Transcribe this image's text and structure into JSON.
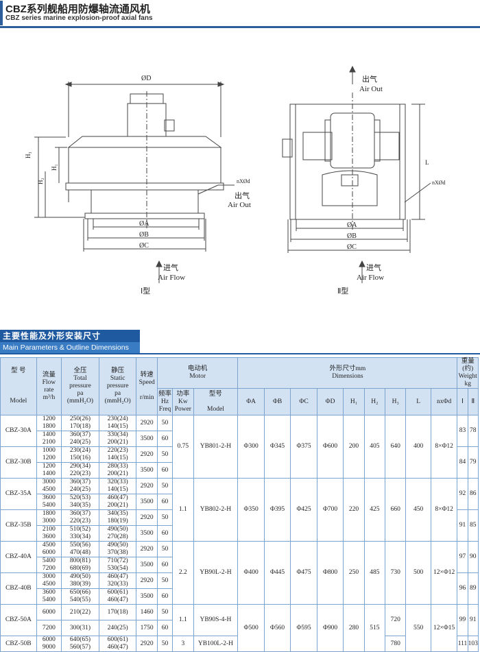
{
  "header": {
    "title_cn": "CBZ系列舰船用防爆轴流通风机",
    "title_en": "CBZ series marine explosion-proof axial fans"
  },
  "drawing": {
    "left": {
      "dim_D": "ØD",
      "dim_A": "ØA",
      "dim_B": "ØB",
      "dim_C": "ØC",
      "h3": "H₃",
      "h1": "H₁",
      "h2": "H₂",
      "holes": "nXØd",
      "out_cn": "出气",
      "out_en": "Air Out",
      "in_cn": "进气",
      "in_en": "Air Flow",
      "type": "Ⅰ型"
    },
    "right": {
      "out_cn": "出气",
      "out_en": "Air Out",
      "dim_A": "ØA",
      "dim_B": "ØB",
      "dim_C": "ØC",
      "L": "L",
      "holes": "nXØd",
      "in_cn": "进气",
      "in_en": "Air Flow",
      "type": "Ⅱ型"
    }
  },
  "section": {
    "title_cn": "主要性能及外形安装尺寸",
    "title_en": "Main Parameters & Outline Dimensions"
  },
  "table": {
    "h": {
      "model_cn": "型 号",
      "model_en": "Model",
      "flow_cn": "流量",
      "flow_en1": "Flow",
      "flow_en2": "rate",
      "flow_unit": "m³/h",
      "tp_cn": "全压",
      "tp_en1": "Total",
      "tp_en2": "pressure",
      "tp_en3": "pa",
      "tp_unit": "(mmH₂O)",
      "sp_cn": "静压",
      "sp_en1": "Static",
      "sp_en2": "pressure",
      "sp_en3": "pa",
      "sp_unit": "(mmH₂O)",
      "speed_cn": "转速",
      "speed_en": "Speed",
      "speed_unit": "r/min",
      "motor_cn": "电动机",
      "motor_en": "Motor",
      "freq_cn": "频率",
      "freq_en1": "Hz",
      "freq_en2": "Freq",
      "power_cn": "功率",
      "power_en1": "Kw",
      "power_en2": "Power",
      "mmodel_cn": "型号",
      "mmodel_en": "Model",
      "dims_cn": "外形尺寸mm",
      "dims_en": "Dimensions",
      "A": "ΦA",
      "B": "ΦB",
      "C": "ΦC",
      "D": "ΦD",
      "H1": "H₁",
      "H2": "H₂",
      "H3": "H₃",
      "L": "L",
      "nd": "nxΦd",
      "wt_cn": "重量(约)",
      "wt_en": "Weight",
      "wt_unit": "kg",
      "wt_I": "Ⅰ",
      "wt_II": "Ⅱ"
    },
    "r": {
      "m30a": "CBZ-30A",
      "m30b": "CBZ-30B",
      "m35a": "CBZ-35A",
      "m35b": "CBZ-35B",
      "m40a": "CBZ-40A",
      "m40b": "CBZ-40B",
      "m50a": "CBZ-50A",
      "m50b": "CBZ-50B",
      "f1": "1200",
      "f1b": "1800",
      "f2": "1400",
      "f2b": "2100",
      "f3": "1000",
      "f3b": "1200",
      "f4": "1200",
      "f4b": "1400",
      "f5": "3000",
      "f5b": "4500",
      "f6": "3600",
      "f6b": "5400",
      "f7": "1800",
      "f7b": "3000",
      "f8": "2100",
      "f8b": "3600",
      "f9": "4500",
      "f9b": "6000",
      "f10": "5400",
      "f10b": "7200",
      "f11": "3000",
      "f11b": "4500",
      "f12": "3600",
      "f12b": "5400",
      "f13": "6000",
      "f14": "7200",
      "f15": "6000",
      "f15b": "9000",
      "t1": "250(26)",
      "t1b": "170(18)",
      "t2": "360(37)",
      "t2b": "240(25)",
      "t3": "230(24)",
      "t3b": "150(16)",
      "t4": "290(34)",
      "t4b": "220(23)",
      "t5": "360(37)",
      "t5b": "240(25)",
      "t6": "520(53)",
      "t6b": "340(35)",
      "t7": "360(37)",
      "t7b": "220(23)",
      "t8": "510(52)",
      "t8b": "330(34)",
      "t9": "550(56)",
      "t9b": "470(48)",
      "t10": "800(81)",
      "t10b": "680(69)",
      "t11": "490(50)",
      "t11b": "380(39)",
      "t12": "650(66)",
      "t12b": "540(55)",
      "t13": "210(22)",
      "t14": "300(31)",
      "t15": "640(65)",
      "t15b": "560(57)",
      "s1": "230(24)",
      "s1b": "140(15)",
      "s2": "330(34)",
      "s2b": "200(21)",
      "s3": "220(23)",
      "s3b": "140(15)",
      "s4": "280(33)",
      "s4b": "200(21)",
      "s5": "320(33)",
      "s5b": "140(15)",
      "s6": "460(47)",
      "s6b": "200(21)",
      "s7": "340(35)",
      "s7b": "180(19)",
      "s8": "490(50)",
      "s8b": "270(28)",
      "s9": "490(50)",
      "s9b": "370(38)",
      "s10": "710(72)",
      "s10b": "530(54)",
      "s11": "460(47)",
      "s11b": "320(33)",
      "s12": "600(61)",
      "s12b": "460(47)",
      "s13": "170(18)",
      "s14": "240(25)",
      "s15": "600(61)",
      "s15b": "460(47)",
      "sp2920": "2920",
      "sp3500": "3500",
      "sp1460": "1460",
      "sp1750": "1750",
      "hz50": "50",
      "hz60": "60",
      "p1": "0.75",
      "p2": "1.1",
      "p3": "2.2",
      "p4": "1.1",
      "p5": "3",
      "mm1": "YB801-2-H",
      "mm2": "YB802-2-H",
      "mm3": "YB90L-2-H",
      "mm4": "YB90S-4-H",
      "mm5": "YB100L-2-H",
      "A1": "Φ300",
      "B1": "Φ345",
      "C1": "Φ375",
      "D1": "Φ600",
      "H11": "200",
      "H21": "405",
      "H31": "640",
      "L1": "400",
      "n1": "8×Φ12",
      "A2": "Φ350",
      "B2": "Φ395",
      "C2": "Φ425",
      "D2": "Φ700",
      "H12": "220",
      "H22": "425",
      "H32": "660",
      "L2": "450",
      "n2": "8×Φ12",
      "A3": "Φ400",
      "B3": "Φ445",
      "C3": "Φ475",
      "D3": "Φ800",
      "H13": "250",
      "H23": "485",
      "H33": "730",
      "L3": "500",
      "n3": "12×Φ12",
      "A4": "Φ500",
      "B4": "Φ560",
      "C4": "Φ595",
      "D4": "Φ900",
      "H14": "280",
      "H24": "515",
      "H34a": "720",
      "H34b": "780",
      "L4": "550",
      "n4": "12×Φ15",
      "w1": "83",
      "w1b": "78",
      "w2": "84",
      "w2b": "79",
      "w3": "92",
      "w3b": "86",
      "w4": "91",
      "w4b": "85",
      "w5": "97",
      "w5b": "90",
      "w6": "96",
      "w6b": "89",
      "w7": "99",
      "w7b": "91",
      "w8": "111",
      "w8b": "103"
    }
  }
}
